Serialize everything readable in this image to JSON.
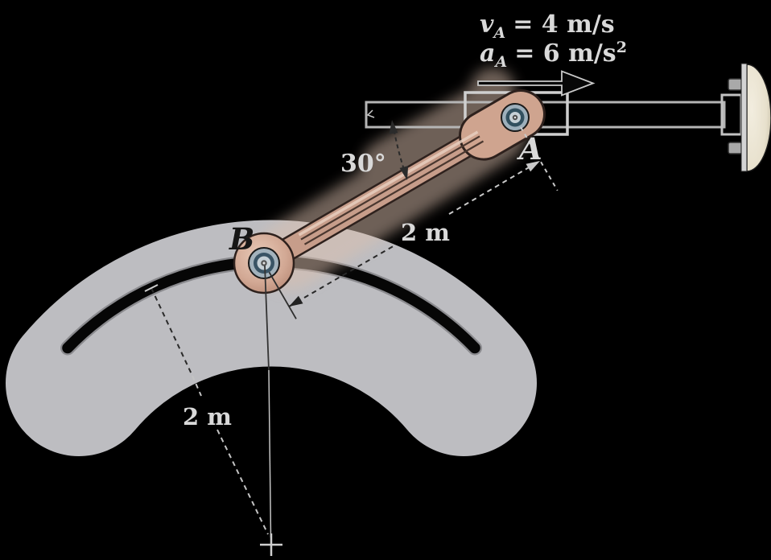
{
  "figure": {
    "background": "#000000",
    "annotations": {
      "velocity": {
        "var": "v",
        "sub": "A",
        "rest": "= 4 m/s"
      },
      "acceleration": {
        "var": "a",
        "sub": "A",
        "rest": "= 6 m/s",
        "sup": "2"
      },
      "angle_label": "30°",
      "point_a": "A",
      "point_b": "B",
      "link_length": "2 m",
      "slot_radius": "2 m"
    },
    "colors": {
      "band_gray": "#bdbdc1",
      "slot_black": "#060606",
      "link_tan": "#c79d8a",
      "link_boss": "#d2a894",
      "link_outline": "#2e211d",
      "halo_pink": "#dcc0ae",
      "pin_blue_outer": "#9dafbb",
      "pin_blue_dark": "#32505f",
      "pin_light": "#c6d0d6",
      "dome_ivory": "#ece6d5",
      "line_light": "#c9c9c9",
      "line_dark": "#2a2a2a",
      "text_light": "#d9d9d9",
      "text_dark": "#161616"
    }
  }
}
